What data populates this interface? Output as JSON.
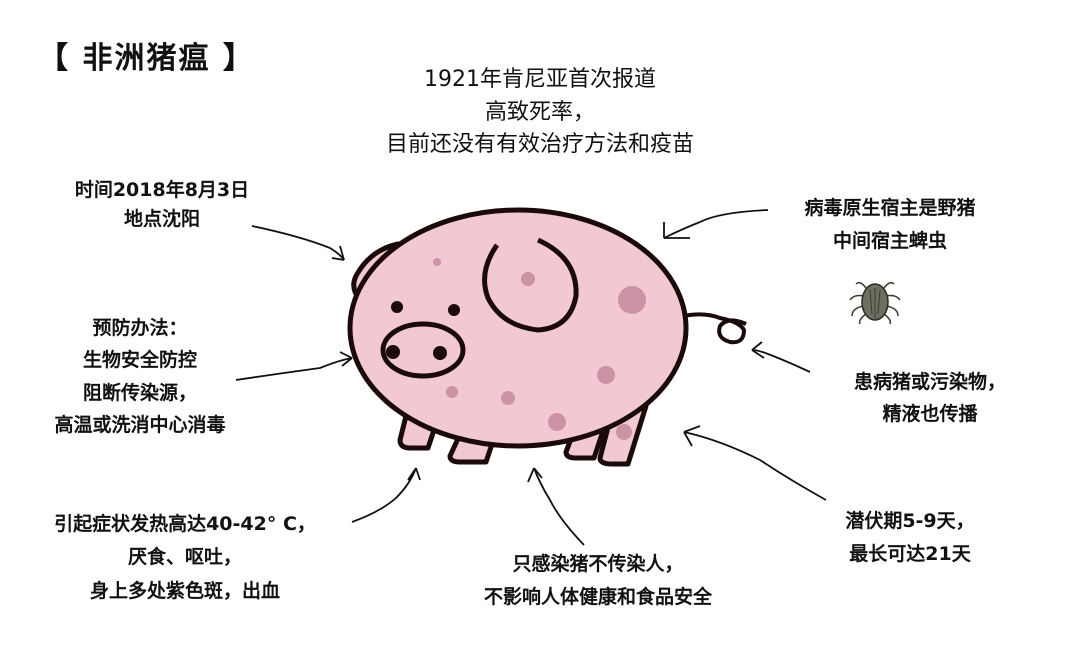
{
  "title": "【 非洲猪瘟 】",
  "header": {
    "lines": [
      "1921年肯尼亚首次报道",
      "高致死率，",
      "目前还没有有效治疗方法和疫苗"
    ]
  },
  "notes": {
    "time_place": [
      "时间2018年8月3日",
      "地点沈阳"
    ],
    "prevention": [
      "预防办法：",
      "生物安全防控",
      "阻断传染源，",
      "高温或洗消中心消毒"
    ],
    "symptoms": [
      "引起症状发热高达40-42° C，",
      "厌食、呕吐，",
      "身上多处紫色斑，出血"
    ],
    "human_safety": [
      "只感染猪不传染人，",
      "不影响人体健康和食品安全"
    ],
    "hosts": [
      "病毒原生宿主是野猪",
      "中间宿主蜱虫"
    ],
    "transmission": [
      "患病猪或污染物，",
      "精液也传播"
    ],
    "incubation": [
      "潜伏期5-9天，",
      "最长可达21天"
    ]
  },
  "colors": {
    "pig_fill": "#f2c9d3",
    "outline": "#1a0a0a",
    "spots": "#a05070",
    "tick": "#6b7060"
  },
  "illustrations": [
    "pig",
    "tick"
  ]
}
